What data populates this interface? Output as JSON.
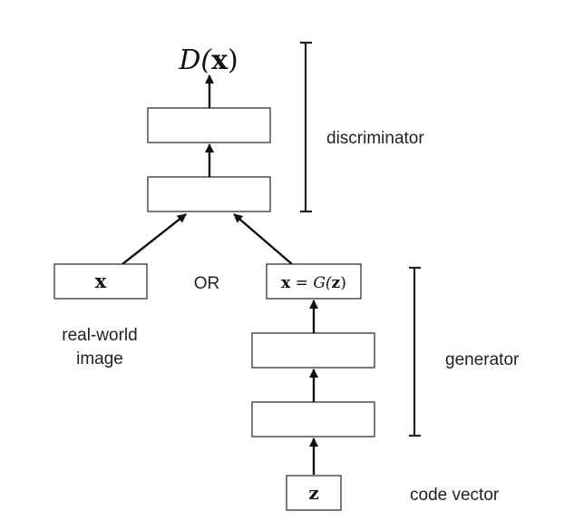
{
  "diagram": {
    "output": {
      "func": "D(",
      "var": "x",
      "close": ")"
    },
    "labels": {
      "discriminator": "discriminator",
      "generator": "generator",
      "or": "OR",
      "real_world_line1": "real-world",
      "real_world_line2": "image",
      "code_vector": "code vector"
    },
    "real_box": {
      "var": "x"
    },
    "fake_box": {
      "lhs": "x",
      "eq": " = G(",
      "arg": "z",
      "close": ")"
    },
    "z_box": {
      "var": "z"
    }
  }
}
